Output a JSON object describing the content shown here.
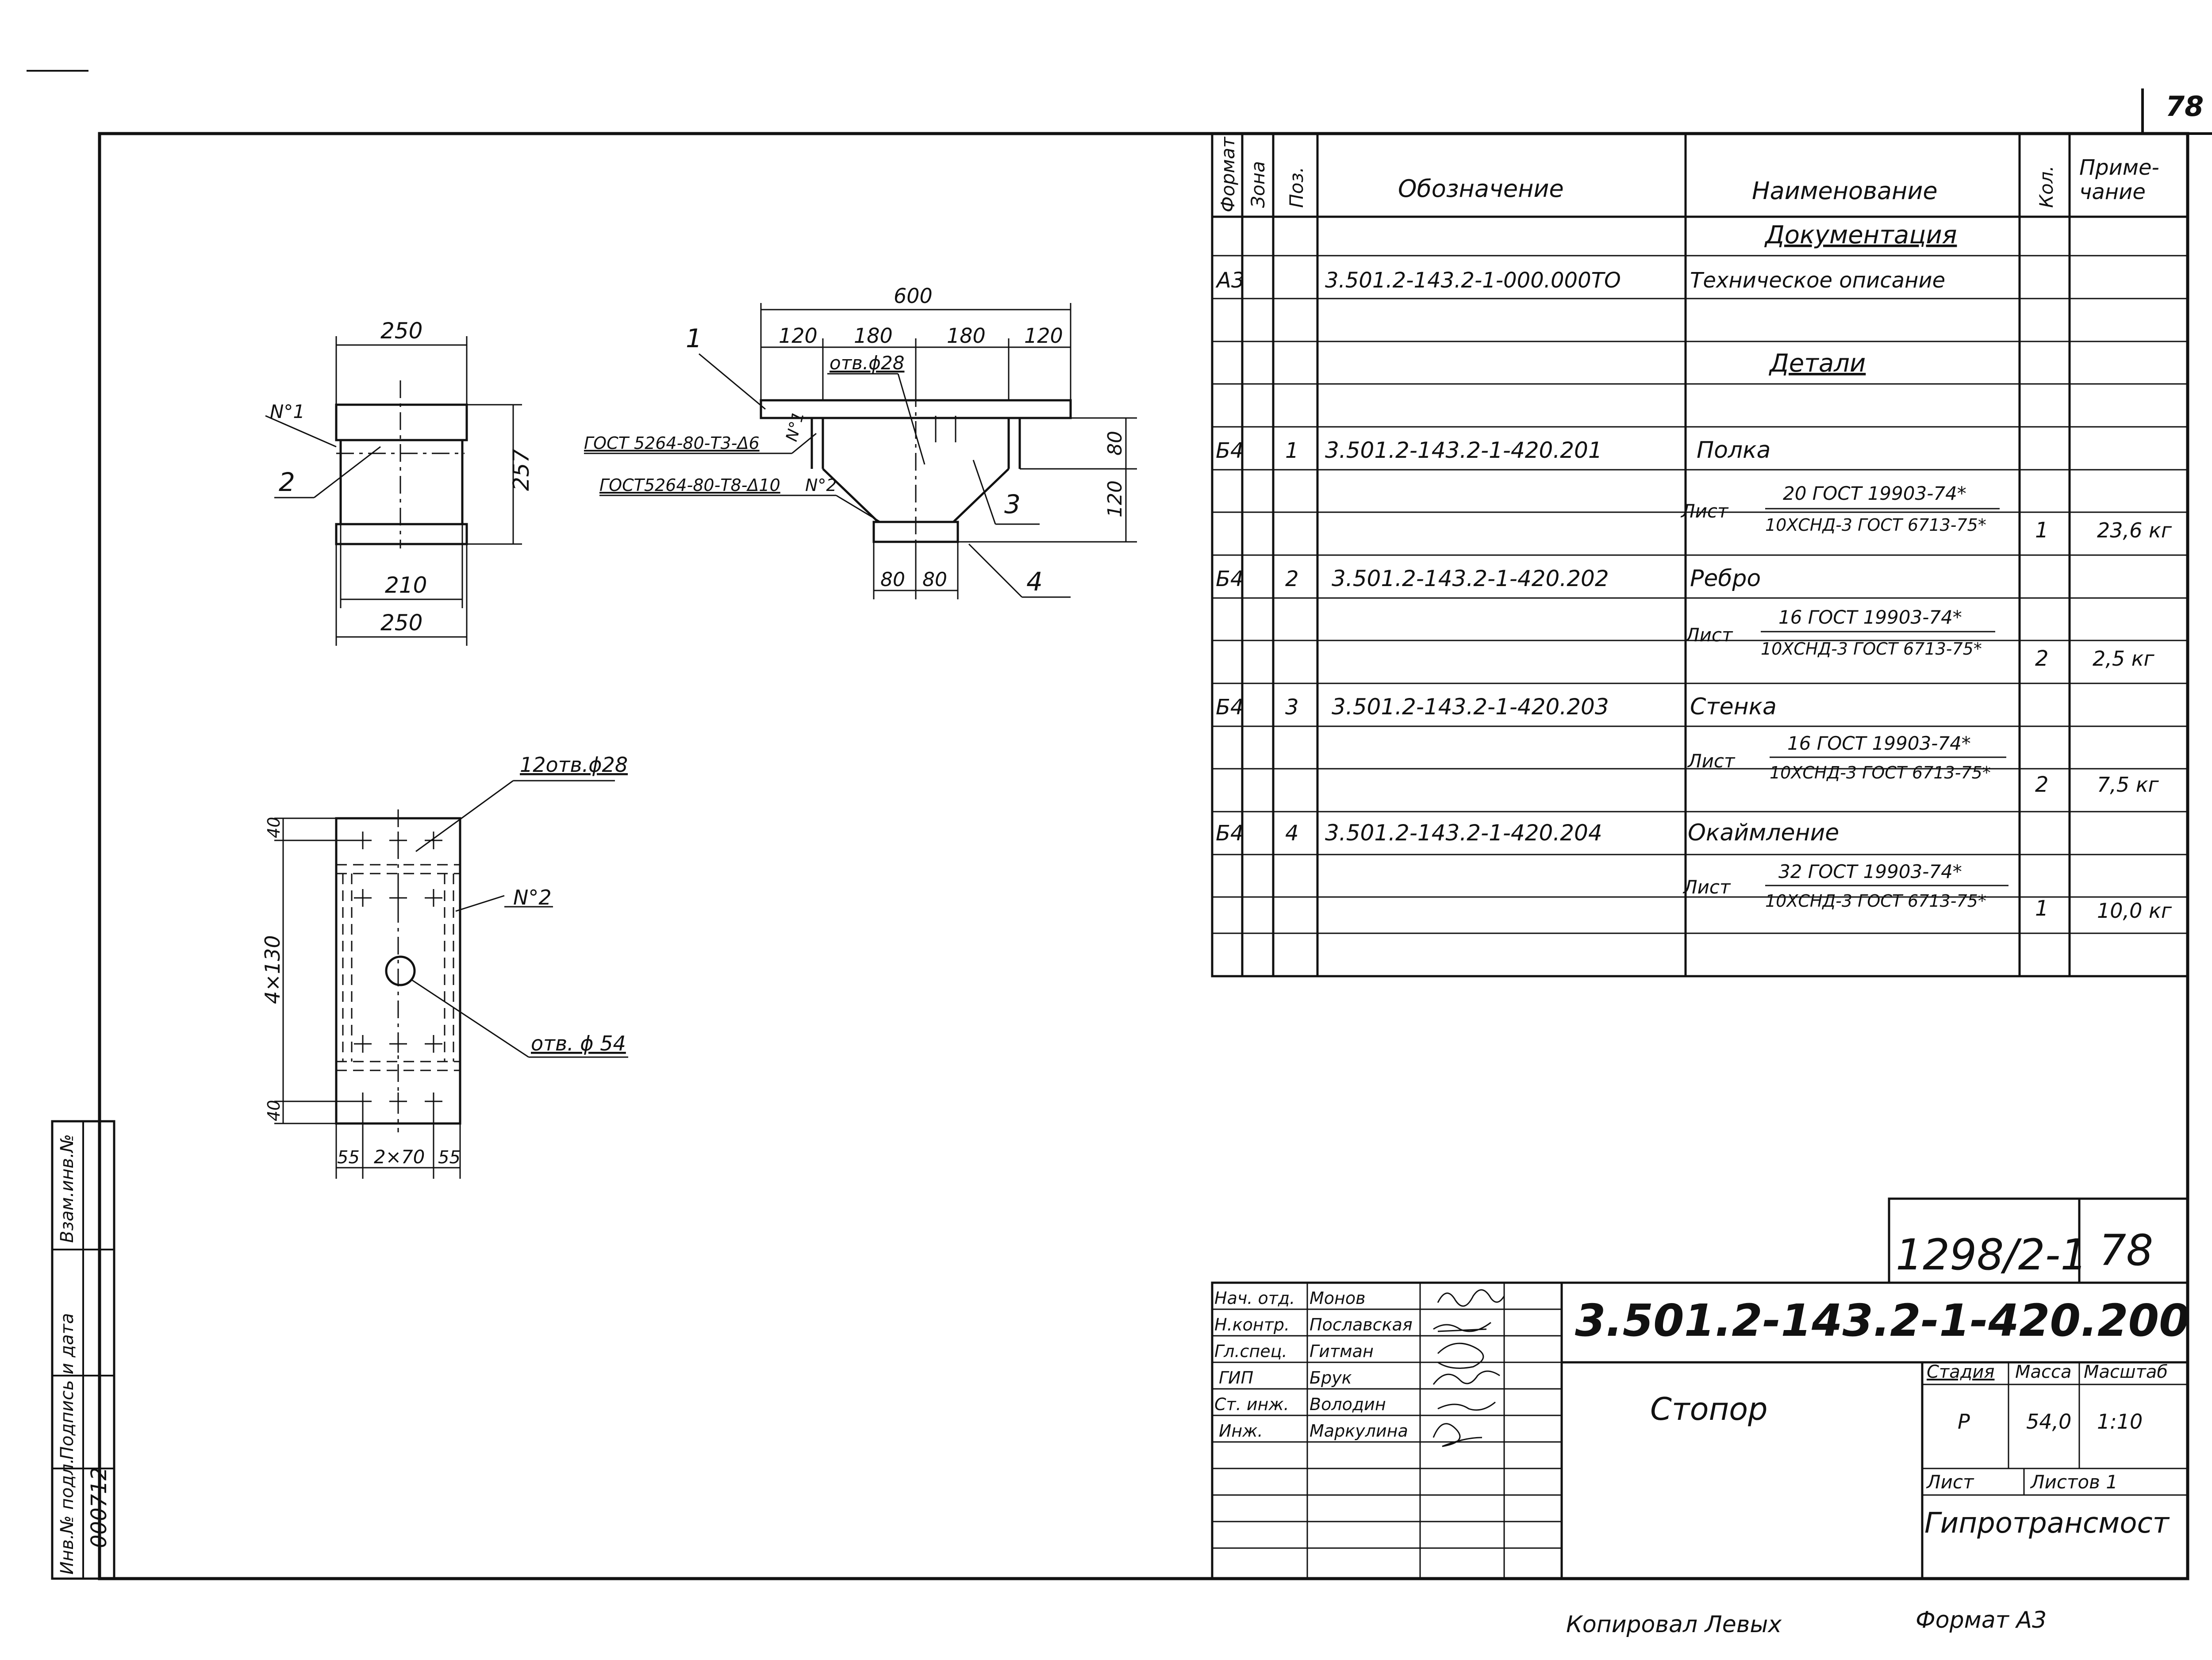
{
  "page_number": "78",
  "spec_table": {
    "headers": {
      "format": "Формат",
      "zone": "Зона",
      "pos": "Поз.",
      "designation": "Обозначение",
      "name": "Наименование",
      "qty": "Кол.",
      "note": "Приме-\nчание"
    },
    "section_doc": "Документация",
    "doc_row": {
      "format": "А3",
      "designation": "3.501.2-143.2-1-000.000ТО",
      "name": "Техническое  описание"
    },
    "section_parts": "Детали",
    "items": [
      {
        "format": "Б4",
        "pos": "1",
        "designation": "3.501.2-143.2-1-420.201",
        "name": "Полка",
        "material_label": "Лист",
        "material_top": "20 ГОСТ 19903-74*",
        "material_bottom": "10ХСНД-3 ГОСТ 6713-75*",
        "qty": "1",
        "note": "23,6 кг"
      },
      {
        "format": "Б4",
        "pos": "2",
        "designation": "3.501.2-143.2-1-420.202",
        "name": "Ребро",
        "material_label": "Лист",
        "material_top": "16 ГОСТ 19903-74*",
        "material_bottom": "10ХСНД-3 ГОСТ 6713-75*",
        "qty": "2",
        "note": "2,5 кг"
      },
      {
        "format": "Б4",
        "pos": "3",
        "designation": "3.501.2-143.2-1-420.203",
        "name": "Стенка",
        "material_label": "Лист",
        "material_top": "16 ГОСТ 19903-74*",
        "material_bottom": "10ХСНД-3 ГОСТ 6713-75*",
        "qty": "2",
        "note": "7,5 кг"
      },
      {
        "format": "Б4",
        "pos": "4",
        "designation": "3.501.2-143.2-1-420.204",
        "name": "Окаймление",
        "material_label": "Лист",
        "material_top": "32 ГОСТ 19903-74*",
        "material_bottom": "10ХСНД-3 ГОСТ 6713-75*",
        "qty": "1",
        "note": "10,0 кг"
      }
    ]
  },
  "drawing": {
    "view1": {
      "dim_top": "250",
      "dim_height": "257",
      "dim_inner": "210",
      "dim_bottom": "250",
      "weld": "N°1",
      "callout": "2"
    },
    "view2": {
      "dim_total": "600",
      "dim_a": "120",
      "dim_b": "180",
      "dim_c": "180",
      "dim_d": "120",
      "hole": "отв.ϕ28",
      "weld1": "ГОСТ 5264-80-Т3-Δ6",
      "weld1_n": "N°1",
      "weld2": "ГОСТ5264-80-Т8-Δ10",
      "weld2_n": "N°2",
      "dim_h1": "80",
      "dim_h2": "120",
      "dim_w1": "80",
      "dim_w2": "80",
      "callout1": "1",
      "callout3": "3",
      "callout4": "4"
    },
    "view3": {
      "holes": "12отв.ϕ28",
      "weld": "N°2",
      "center_hole": "отв. ϕ 54",
      "dim_top": "40",
      "dim_pitch": "4×130",
      "dim_bottom": "40",
      "dim_left": "55",
      "dim_mid": "2×70",
      "dim_right": "55"
    }
  },
  "title_block": {
    "project_code": "1298/2-1",
    "sheet_no": "78",
    "doc_code": "3.501.2-143.2-1-420.200",
    "title": "Стопор",
    "roles": [
      {
        "role": "Нач. отд.",
        "name": "Монов"
      },
      {
        "role": "Н.контр.",
        "name": "Пославская"
      },
      {
        "role": "Гл.спец.",
        "name": "Гитман"
      },
      {
        "role": "ГИП",
        "name": "Брук"
      },
      {
        "role": "Ст. инж.",
        "name": "Володин"
      },
      {
        "role": "Инж.",
        "name": "Маркулина"
      }
    ],
    "stage_label": "Стадия",
    "mass_label": "Масса",
    "scale_label": "Масштаб",
    "stage": "Р",
    "mass": "54,0",
    "scale": "1:10",
    "sheet_label": "Лист",
    "sheets_label": "Листов 1",
    "organization": "Гипротрансмост"
  },
  "side_stamp": {
    "inv_label": "Инв.№ подл.",
    "sign_label": "Подпись и дата",
    "swap_label": "Взам.инв.№",
    "inv_value": "000712"
  },
  "footer": {
    "copied": "Копировал  Левых",
    "format": "Формат  А3"
  }
}
